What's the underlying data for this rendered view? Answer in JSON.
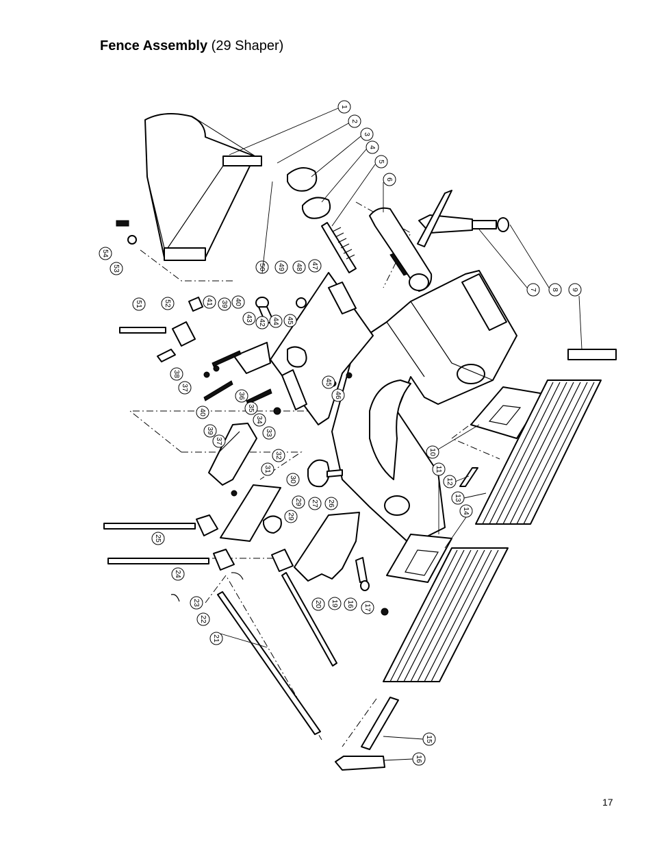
{
  "title": {
    "bold": "Fence Assembly",
    "rest": "(29 Shaper)"
  },
  "page_number": "17",
  "callouts": [
    "1",
    "2",
    "3",
    "4",
    "5",
    "6",
    "7",
    "8",
    "9",
    "10",
    "11",
    "12",
    "13",
    "14",
    "15",
    "16",
    "16",
    "17",
    "19",
    "20",
    "21",
    "22",
    "23",
    "24",
    "25",
    "26",
    "27",
    "29",
    "29",
    "30",
    "31",
    "32",
    "33",
    "34",
    "35",
    "36",
    "37",
    "37",
    "38",
    "39",
    "39",
    "40",
    "40",
    "41",
    "42",
    "43",
    "44",
    "45",
    "45",
    "46",
    "47",
    "48",
    "49",
    "50",
    "51",
    "52",
    "53",
    "54"
  ]
}
